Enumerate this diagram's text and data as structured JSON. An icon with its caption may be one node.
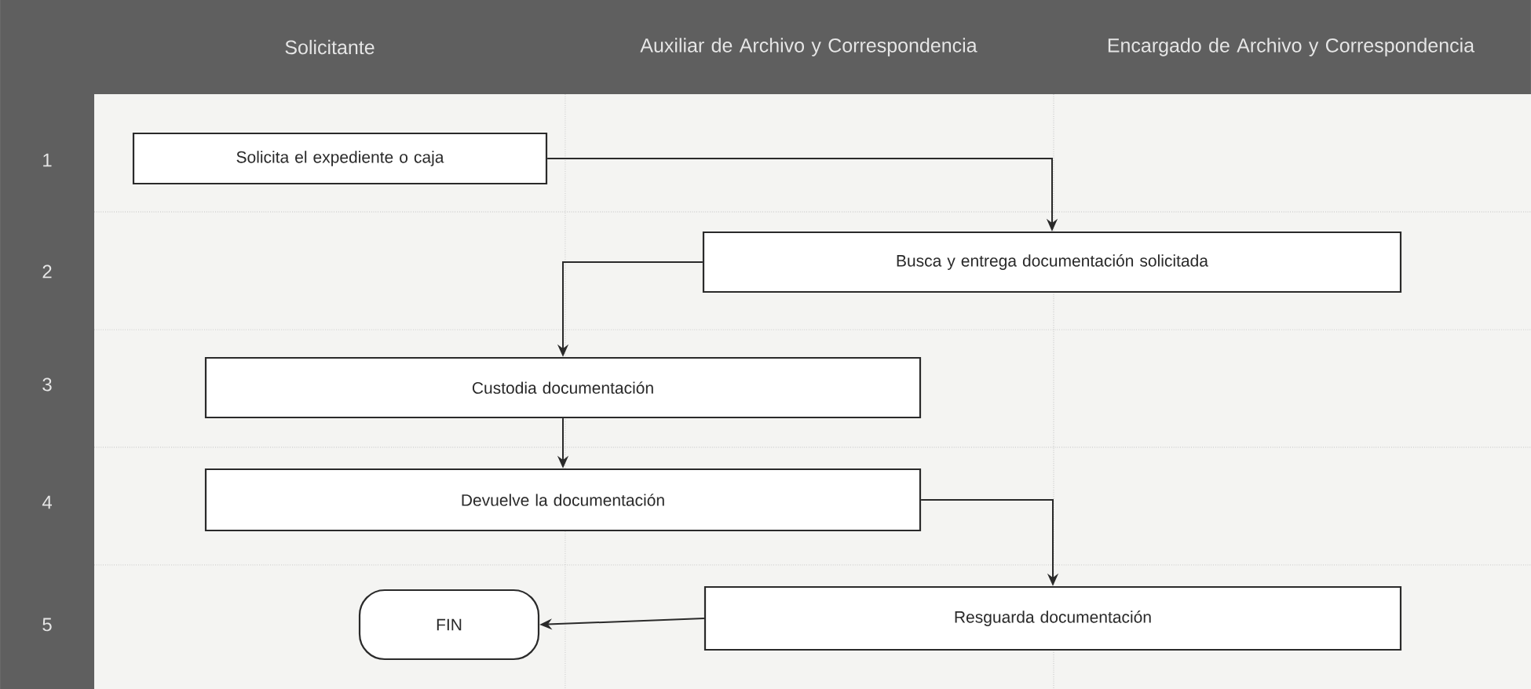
{
  "diagram": {
    "nodes": [
      {
        "text": [
          "Solicita el expediente o caja"
        ]
      },
      {
        "text": [
          "Busca y entrega documentación solicitada"
        ]
      },
      {
        "text": [
          "Custodia documentación"
        ]
      },
      {
        "text": [
          "Devuelve la documentación"
        ]
      },
      {
        "text": [
          "FIN"
        ]
      },
      {
        "text": [
          "Resguarda documentación"
        ]
      }
    ],
    "edges": [
      {
        "from": 0,
        "to": 1,
        "arrow": "to"
      },
      {
        "from": 1,
        "to": 2,
        "arrow": "to"
      },
      {
        "from": 2,
        "to": 3,
        "arrow": "to"
      },
      {
        "from": 3,
        "to": 5,
        "arrow": "to"
      },
      {
        "from": 5,
        "to": 4,
        "arrow": "to"
      }
    ],
    "labels": [
      "Solicitante",
      "Auxiliar de Archivo y Correspondencia",
      "Encargado de Archivo y Correspondencia",
      "1",
      "2",
      "3",
      "4",
      "5"
    ]
  }
}
